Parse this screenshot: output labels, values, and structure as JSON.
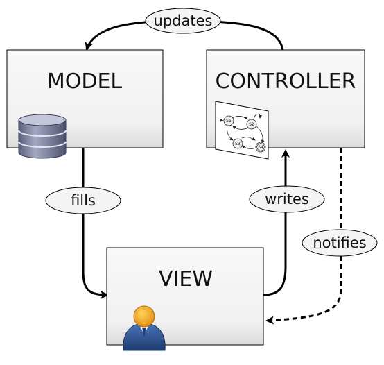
{
  "boxes": {
    "model": "MODEL",
    "controller": "CONTROLLER",
    "view": "VIEW"
  },
  "edges": {
    "updates": "updates",
    "fills": "fills",
    "writes": "writes",
    "notifies": "notifies"
  },
  "state_machine": {
    "states": [
      "S1",
      "S2",
      "S3",
      "S4"
    ]
  },
  "icons": {
    "model": "database-icon",
    "controller": "state-machine-icon",
    "view": "user-icon"
  },
  "colors": {
    "box_fill_top": "#f7f7f7",
    "box_fill_bottom": "#e2e2e2",
    "stroke": "#000000",
    "database": "#7b7f99",
    "user_head": "#f0a020",
    "user_body": "#2a4d86"
  }
}
